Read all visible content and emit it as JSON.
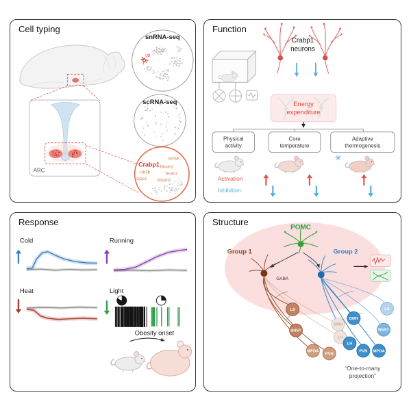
{
  "colors": {
    "activation": "#e0574f",
    "inhibition": "#56aede",
    "energy_red": "#e8443a",
    "crabp1_red": "#e0352b",
    "pomc_green": "#2f9e44",
    "group1_brown": "#8d4a2f",
    "group2_blue": "#2f86c8"
  },
  "cell_typing": {
    "title": "Cell typing",
    "arc_label": "ARC",
    "inset1_label": "snRNA-seq",
    "inset2_label": "scRNA-seq",
    "genes": {
      "main": "Crabp1",
      "others": [
        "Grm8",
        "Nkain2",
        "Htr3b",
        "Tenm1",
        "Gpc3",
        "Adarb2"
      ]
    }
  },
  "function": {
    "title": "Function",
    "neuron_line1": "Crabp1",
    "neuron_line2": "neurons",
    "energy_line1": "Energy",
    "energy_line2": "expenditure",
    "outcomes": [
      {
        "line1": "Physical",
        "line2": "activity"
      },
      {
        "line1": "Core",
        "line2": "temperature"
      },
      {
        "line1": "Adaptive",
        "line2": "thermogenesis"
      }
    ],
    "legend_activation": "Activation",
    "legend_inhibition": "Inhibition"
  },
  "response": {
    "title": "Response",
    "obesity_label": "Obesity onset",
    "charts": [
      {
        "label": "Cold",
        "direction": "up",
        "color": "#3f7fbf",
        "series": [
          [
            0,
            0.2
          ],
          [
            0.08,
            0.22
          ],
          [
            0.14,
            0.55
          ],
          [
            0.22,
            0.78
          ],
          [
            0.3,
            0.82
          ],
          [
            0.38,
            0.72
          ],
          [
            0.52,
            0.56
          ],
          [
            0.68,
            0.46
          ],
          [
            0.84,
            0.41
          ],
          [
            1,
            0.4
          ]
        ],
        "baseline": [
          [
            0,
            0.16
          ],
          [
            0.2,
            0.18
          ],
          [
            0.4,
            0.14
          ],
          [
            0.6,
            0.17
          ],
          [
            0.8,
            0.15
          ],
          [
            1,
            0.16
          ]
        ]
      },
      {
        "label": "Running",
        "direction": "up",
        "color": "#8e44ad",
        "series": [
          [
            0,
            0.15
          ],
          [
            0.15,
            0.17
          ],
          [
            0.3,
            0.25
          ],
          [
            0.45,
            0.45
          ],
          [
            0.6,
            0.65
          ],
          [
            0.75,
            0.8
          ],
          [
            0.9,
            0.87
          ],
          [
            1,
            0.9
          ]
        ],
        "baseline": [
          [
            0,
            0.12
          ],
          [
            0.25,
            0.14
          ],
          [
            0.5,
            0.12
          ],
          [
            0.75,
            0.15
          ],
          [
            1,
            0.13
          ]
        ]
      },
      {
        "label": "Heat",
        "direction": "down",
        "color": "#b03a2e",
        "series": [
          [
            0,
            0.55
          ],
          [
            0.1,
            0.52
          ],
          [
            0.2,
            0.3
          ],
          [
            0.3,
            0.22
          ],
          [
            0.45,
            0.18
          ],
          [
            0.6,
            0.2
          ],
          [
            0.8,
            0.22
          ],
          [
            1,
            0.2
          ]
        ],
        "baseline": [
          [
            0,
            0.6
          ],
          [
            0.25,
            0.62
          ],
          [
            0.5,
            0.6
          ],
          [
            0.75,
            0.63
          ],
          [
            1,
            0.61
          ]
        ]
      },
      {
        "label": "Light",
        "direction": "down",
        "color": "#2e9e4f",
        "type": "raster"
      }
    ]
  },
  "structure": {
    "title": "Structure",
    "pomc_label": "POMC",
    "group1_label": "Group 1",
    "group2_label": "Group 2",
    "gaba_label": "GABA",
    "group1_targets": [
      {
        "label": "LS",
        "strength": "strong"
      },
      {
        "label": "BNST",
        "strength": "strong"
      },
      {
        "label": "MPOA",
        "strength": "strong"
      },
      {
        "label": "PVN",
        "strength": "strong"
      },
      {
        "label": "DMH",
        "strength": "faint"
      },
      {
        "label": "LH",
        "strength": "faint"
      }
    ],
    "group2_targets": [
      {
        "label": "DMH",
        "strength": "strong"
      },
      {
        "label": "LH",
        "strength": "strong"
      },
      {
        "label": "PVN",
        "strength": "strong"
      },
      {
        "label": "MPOA",
        "strength": "strong"
      },
      {
        "label": "BNST",
        "strength": "medium"
      },
      {
        "label": "LS",
        "strength": "light"
      }
    ],
    "caption_line1": "“One-to-many",
    "caption_line2": "projection”"
  }
}
